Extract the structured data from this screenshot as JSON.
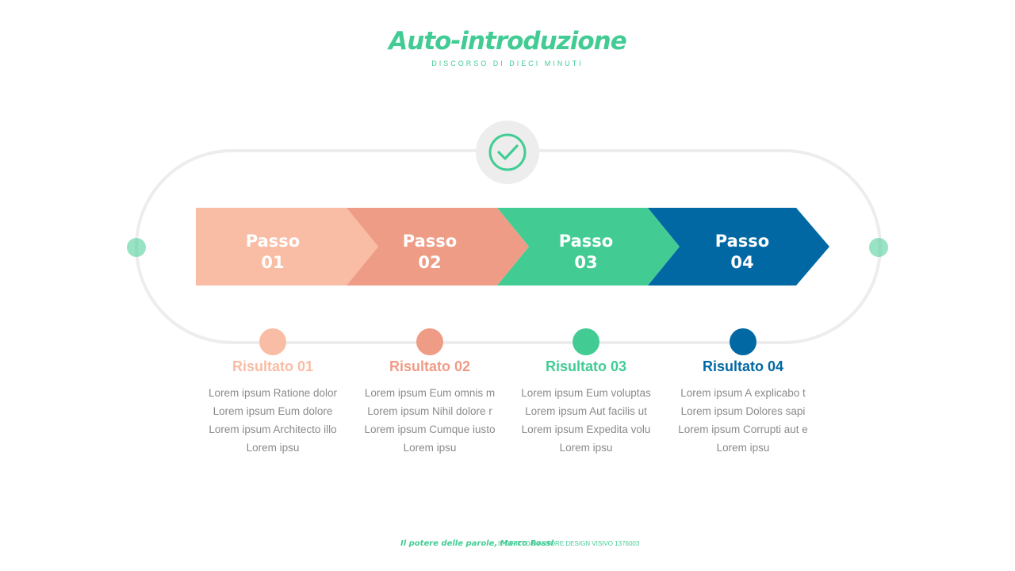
{
  "title": "Auto-introduzione",
  "subtitle": "DISCORSO DI DIECI MINUTI",
  "colors": {
    "accent": "#42cc94",
    "step1": "#f9bca5",
    "step2": "#ef9c86",
    "step3": "#42cc94",
    "step4": "#0168a4",
    "track": "#ededed",
    "body_text": "#8a8a8a"
  },
  "center_icon": "check-circle-icon",
  "steps": [
    {
      "word": "Passo",
      "number": "01"
    },
    {
      "word": "Passo",
      "number": "02"
    },
    {
      "word": "Passo",
      "number": "03"
    },
    {
      "word": "Passo",
      "number": "04"
    }
  ],
  "results": [
    {
      "title": "Risultato 01",
      "lines": [
        "Lorem ipsum Ratione dolor",
        "Lorem ipsum Eum dolore",
        "Lorem ipsum Architecto illo",
        "Lorem ipsu"
      ]
    },
    {
      "title": "Risultato 02",
      "lines": [
        "Lorem ipsum Eum omnis m",
        "Lorem ipsum Nihil dolore r",
        "Lorem ipsum Cumque iusto",
        "Lorem ipsu"
      ]
    },
    {
      "title": "Risultato 03",
      "lines": [
        "Lorem ipsum Eum voluptas",
        "Lorem ipsum Aut facilis ut",
        "Lorem ipsum Expedita volu",
        "Lorem ipsu"
      ]
    },
    {
      "title": "Risultato 04",
      "lines": [
        "Lorem ipsum A explicabo t",
        "Lorem ipsum Dolores sapi",
        "Lorem ipsum Corrupti aut e",
        "Lorem ipsu"
      ]
    }
  ],
  "footer": {
    "tagline": "Il potere delle parole, Marco Rossi",
    "credit": "IL DIRITTO D'AUTORE DESIGN VISIVO 1376003"
  }
}
